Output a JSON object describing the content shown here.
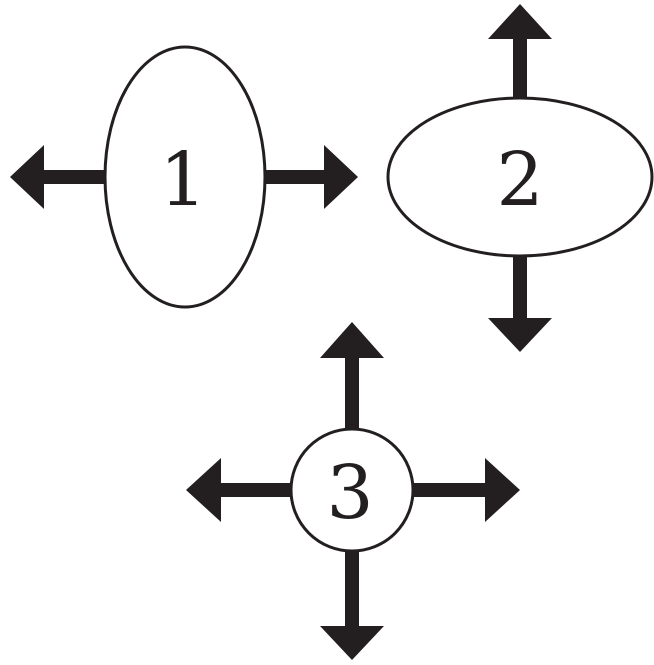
{
  "diagram": {
    "shapes": [
      {
        "id": "1",
        "label": "1",
        "form": "tall-ellipse",
        "arrows": [
          "left",
          "right"
        ]
      },
      {
        "id": "2",
        "label": "2",
        "form": "wide-ellipse",
        "arrows": [
          "up",
          "down"
        ]
      },
      {
        "id": "3",
        "label": "3",
        "form": "circle",
        "arrows": [
          "up",
          "down",
          "left",
          "right"
        ]
      }
    ],
    "colors": {
      "ink": "#231f20",
      "fill": "#ffffff"
    }
  }
}
